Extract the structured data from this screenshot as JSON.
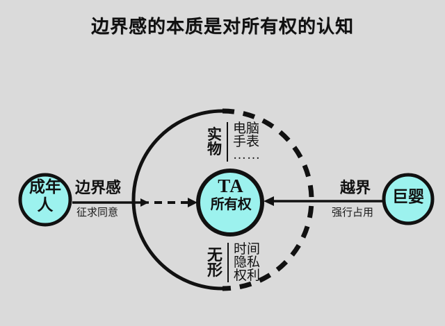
{
  "page": {
    "title": "边界感的本质是对所有权的认知",
    "background_color": "#dadada",
    "accent_fill": "#9cf2ee",
    "stroke_color": "#111111"
  },
  "nodes": {
    "left": {
      "name": "成年人",
      "line1": "成年",
      "line2": "人"
    },
    "center": {
      "line1": "TA",
      "line2": "所有权"
    },
    "right": {
      "name": "巨婴",
      "line1": "巨婴"
    }
  },
  "arrows": {
    "left": {
      "caption_top": "边界感",
      "caption_bottom": "征求同意",
      "style": "solid-then-dashed",
      "direction": "right"
    },
    "right": {
      "caption_top": "越界",
      "caption_bottom": "强行占用",
      "style": "solid",
      "direction": "left"
    }
  },
  "categories": {
    "tangible": {
      "key_char1": "实",
      "key_char2": "物",
      "items": [
        "电脑",
        "手表",
        "……"
      ]
    },
    "intangible": {
      "key_char1": "无",
      "key_char2": "形",
      "items": [
        "时间",
        "隐私",
        "权利"
      ]
    }
  },
  "boundary_circle": {
    "left_half_style": "solid",
    "right_half_style": "dashed"
  }
}
